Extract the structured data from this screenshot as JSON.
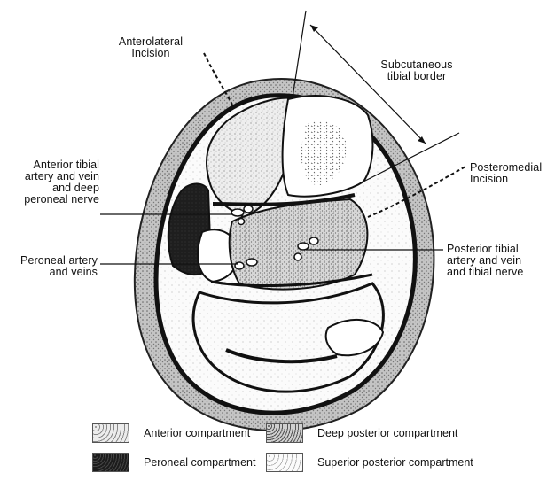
{
  "labels": {
    "anterolateral": [
      "Anterolateral",
      "Incision"
    ],
    "subcutaneous": [
      "Subcutaneous",
      "tibial border"
    ],
    "posteromedial": [
      "Posteromedial",
      "Incision"
    ],
    "anterior_tibial": [
      "Anterior tibial",
      "artery and vein",
      "and deep",
      "peroneal nerve"
    ],
    "peroneal_artery": [
      "Peroneal artery",
      "and veins"
    ],
    "posterior_tibial": [
      "Posterior tibial",
      "artery and vein",
      "and tibial nerve"
    ]
  },
  "legend": [
    {
      "label": "Anterior compartment",
      "pattern": "light-stipple"
    },
    {
      "label": "Deep posterior compartment",
      "pattern": "medium-stipple"
    },
    {
      "label": "Peroneal compartment",
      "pattern": "dark"
    },
    {
      "label": "Superior posterior compartment",
      "pattern": "sparse-stipple"
    }
  ],
  "colors": {
    "ink": "#111111",
    "skin": "#c9c9c9",
    "dark": "#1a1a1a",
    "bone": "#ffffff"
  }
}
